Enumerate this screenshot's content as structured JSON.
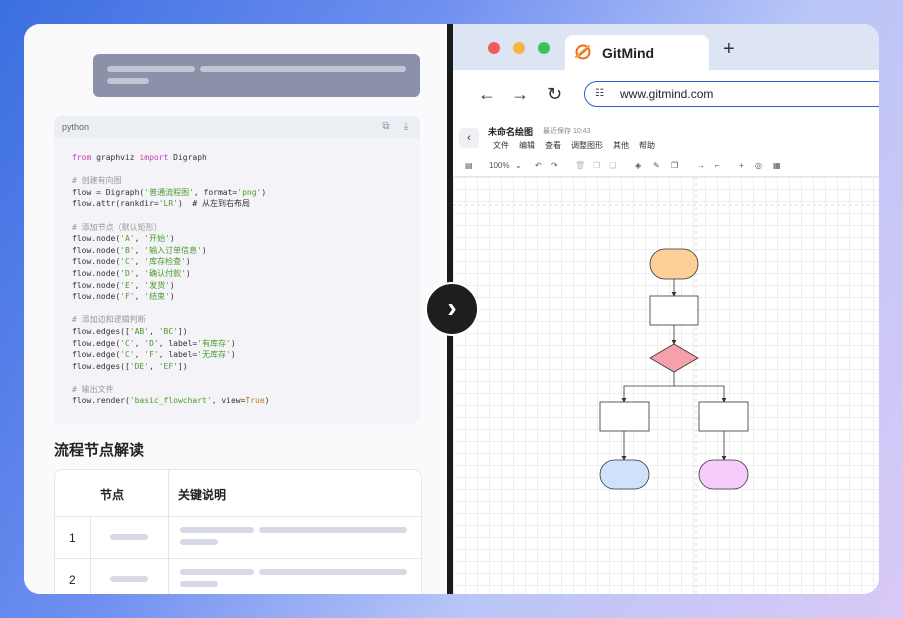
{
  "code": {
    "lang": "python",
    "lines": [
      [
        {
          "t": "from",
          "c": "kw"
        },
        {
          "t": " graphviz ",
          "c": "op"
        },
        {
          "t": "import",
          "c": "kw"
        },
        {
          "t": " Digraph",
          "c": "op"
        }
      ],
      [],
      [
        {
          "t": "# 创建有向图",
          "c": "cm"
        }
      ],
      [
        {
          "t": "flow = Digraph(",
          "c": "op"
        },
        {
          "t": "'普通流程图'",
          "c": "str"
        },
        {
          "t": ", format=",
          "c": "op"
        },
        {
          "t": "'png'",
          "c": "str"
        },
        {
          "t": ")",
          "c": "op"
        }
      ],
      [
        {
          "t": "flow.attr(rankdir=",
          "c": "op"
        },
        {
          "t": "'LR'",
          "c": "str"
        },
        {
          "t": ")  # 从左到右布局",
          "c": "op"
        }
      ],
      [],
      [
        {
          "t": "# 添加节点（默认矩形）",
          "c": "cm"
        }
      ],
      [
        {
          "t": "flow.node(",
          "c": "op"
        },
        {
          "t": "'A'",
          "c": "str"
        },
        {
          "t": ", ",
          "c": "op"
        },
        {
          "t": "'开始'",
          "c": "str"
        },
        {
          "t": ")",
          "c": "op"
        }
      ],
      [
        {
          "t": "flow.node(",
          "c": "op"
        },
        {
          "t": "'B'",
          "c": "str"
        },
        {
          "t": ", ",
          "c": "op"
        },
        {
          "t": "'输入订单信息'",
          "c": "str"
        },
        {
          "t": ")",
          "c": "op"
        }
      ],
      [
        {
          "t": "flow.node(",
          "c": "op"
        },
        {
          "t": "'C'",
          "c": "str"
        },
        {
          "t": ", ",
          "c": "op"
        },
        {
          "t": "'库存检查'",
          "c": "str"
        },
        {
          "t": ")",
          "c": "op"
        }
      ],
      [
        {
          "t": "flow.node(",
          "c": "op"
        },
        {
          "t": "'D'",
          "c": "str"
        },
        {
          "t": ", ",
          "c": "op"
        },
        {
          "t": "'确认付款'",
          "c": "str"
        },
        {
          "t": ")",
          "c": "op"
        }
      ],
      [
        {
          "t": "flow.node(",
          "c": "op"
        },
        {
          "t": "'E'",
          "c": "str"
        },
        {
          "t": ", ",
          "c": "op"
        },
        {
          "t": "'发货'",
          "c": "str"
        },
        {
          "t": ")",
          "c": "op"
        }
      ],
      [
        {
          "t": "flow.node(",
          "c": "op"
        },
        {
          "t": "'F'",
          "c": "str"
        },
        {
          "t": ", ",
          "c": "op"
        },
        {
          "t": "'结束'",
          "c": "str"
        },
        {
          "t": ")",
          "c": "op"
        }
      ],
      [],
      [
        {
          "t": "# 添加边和逻辑判断",
          "c": "cm"
        }
      ],
      [
        {
          "t": "flow.edges([",
          "c": "op"
        },
        {
          "t": "'AB'",
          "c": "str"
        },
        {
          "t": ", ",
          "c": "op"
        },
        {
          "t": "'BC'",
          "c": "str"
        },
        {
          "t": "])",
          "c": "op"
        }
      ],
      [
        {
          "t": "flow.edge(",
          "c": "op"
        },
        {
          "t": "'C'",
          "c": "str"
        },
        {
          "t": ", ",
          "c": "op"
        },
        {
          "t": "'D'",
          "c": "str"
        },
        {
          "t": ", label=",
          "c": "op"
        },
        {
          "t": "'有库存'",
          "c": "str"
        },
        {
          "t": ")",
          "c": "op"
        }
      ],
      [
        {
          "t": "flow.edge(",
          "c": "op"
        },
        {
          "t": "'C'",
          "c": "str"
        },
        {
          "t": ", ",
          "c": "op"
        },
        {
          "t": "'F'",
          "c": "str"
        },
        {
          "t": ", label=",
          "c": "op"
        },
        {
          "t": "'无库存'",
          "c": "str"
        },
        {
          "t": ")",
          "c": "op"
        }
      ],
      [
        {
          "t": "flow.edges([",
          "c": "op"
        },
        {
          "t": "'DE'",
          "c": "str"
        },
        {
          "t": ", ",
          "c": "op"
        },
        {
          "t": "'EF'",
          "c": "str"
        },
        {
          "t": "])",
          "c": "op"
        }
      ],
      [],
      [
        {
          "t": "# 输出文件",
          "c": "cm"
        }
      ],
      [
        {
          "t": "flow.render(",
          "c": "op"
        },
        {
          "t": "'basic_flowchart'",
          "c": "str"
        },
        {
          "t": ", view=",
          "c": "op"
        },
        {
          "t": "True",
          "c": "bool"
        },
        {
          "t": ")",
          "c": "op"
        }
      ]
    ]
  },
  "section": {
    "title": "流程节点解读"
  },
  "table": {
    "headers": [
      "节点",
      "关键说明"
    ],
    "rows": [
      "1",
      "2"
    ]
  },
  "browser": {
    "tab_title": "GitMind",
    "new_tab": "+",
    "url": "www.gitmind.com",
    "back": "←",
    "forward": "→",
    "reload": "↻"
  },
  "editor": {
    "doc_title": "未命名绘图",
    "saved_status": "最近保存 10:43",
    "menu": [
      "文件",
      "编辑",
      "查看",
      "调整图形",
      "其他",
      "帮助"
    ],
    "zoom": "100%"
  },
  "colors": {
    "start_node": "#fdd09a",
    "decision_node": "#f6a0ab",
    "end_node_left": "#cfe2fb",
    "end_node_right": "#f6cdfa",
    "accent": "#2f5fd4"
  }
}
